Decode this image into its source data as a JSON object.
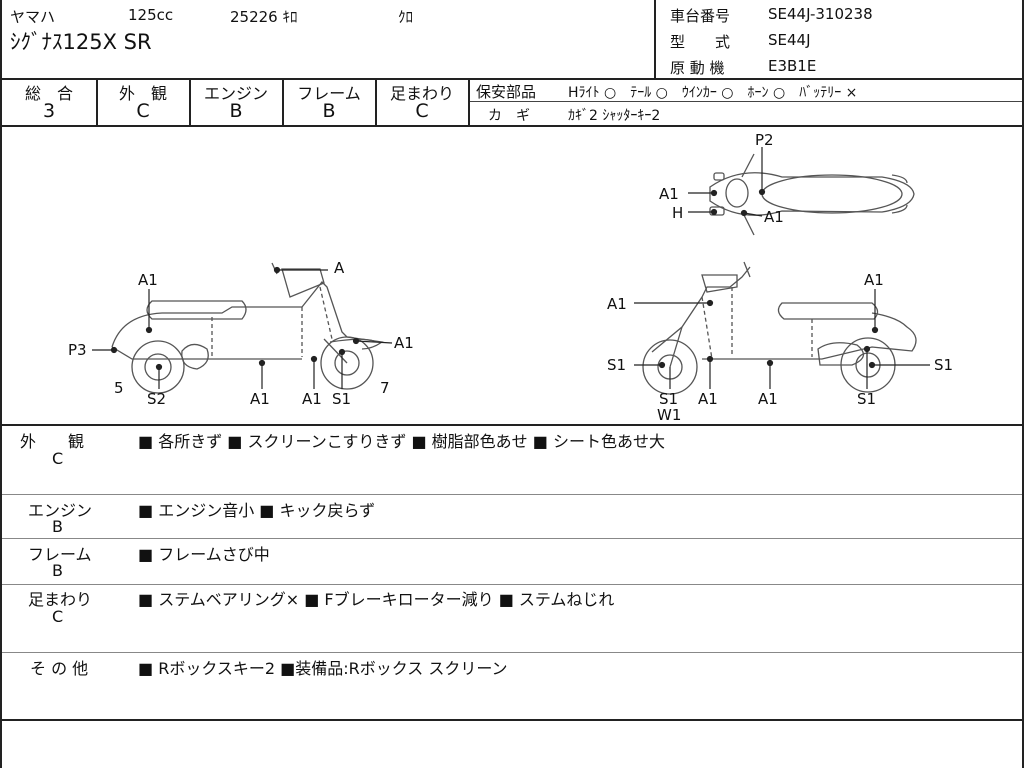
{
  "header": {
    "maker": "ヤマハ",
    "displacement": "125cc",
    "mileage": "25226 ｷﾛ",
    "color": "ｸﾛ",
    "model_name": "ｼｸﾞﾅｽ125X SR",
    "frame_no_label": "車台番号",
    "frame_no": "SE44J-310238",
    "type_label": "型　　式",
    "type_value": "SE44J",
    "engine_label": "原 動 機",
    "engine_value": "E3B1E"
  },
  "grades": [
    {
      "label": "総　合",
      "value": "3"
    },
    {
      "label": "外　観",
      "value": "C"
    },
    {
      "label": "エンジン",
      "value": "B"
    },
    {
      "label": "フレーム",
      "value": "B"
    },
    {
      "label": "足まわり",
      "value": "C"
    }
  ],
  "safety": {
    "label": "保安部品",
    "items": "Hﾗｲﾄ ○　ﾃｰﾙ ○　ｳｲﾝｶｰ ○　ﾎｰﾝ ○　ﾊﾞｯﾃﾘｰ ×",
    "key_label": "カ　ギ",
    "key_value": "ｶｷﾞ2 ｼｬｯﾀｰｷｰ2"
  },
  "diagram_labels": {
    "top_p2": "P2",
    "top_a1_left": "A1",
    "top_h": "H",
    "top_a1_right": "A1",
    "left_a": "A",
    "left_a1_top": "A1",
    "left_p3": "P3",
    "left_a1_front": "A1",
    "left_5": "5",
    "left_s2": "S2",
    "left_a1_b1": "A1",
    "left_a1_b2": "A1",
    "left_s1": "S1",
    "left_7": "7",
    "right_a1_l": "A1",
    "right_a1_r": "A1",
    "right_s1_l": "S1",
    "right_s1_r": "S1",
    "right_s1_b": "S1",
    "right_w1": "W1",
    "right_a1_b1": "A1",
    "right_a1_b2": "A1",
    "right_s1_b2": "S1"
  },
  "sections": [
    {
      "head": "外　　観",
      "grade": "C",
      "items": "■ 各所きず ■ スクリーンこすりきず ■ 樹脂部色あせ ■ シート色あせ大"
    },
    {
      "head": "エンジン",
      "grade": "B",
      "items": "■ エンジン音小 ■ キック戻らず"
    },
    {
      "head": "フレーム",
      "grade": "B",
      "items": "■ フレームさび中"
    },
    {
      "head": "足まわり",
      "grade": "C",
      "items": "■ ステムベアリング× ■ Fブレーキローター減り ■ ステムねじれ"
    },
    {
      "head": "そ の 他",
      "grade": "",
      "items": "■ Rボックスキー2 ■装備品:Rボックス スクリーン"
    }
  ]
}
